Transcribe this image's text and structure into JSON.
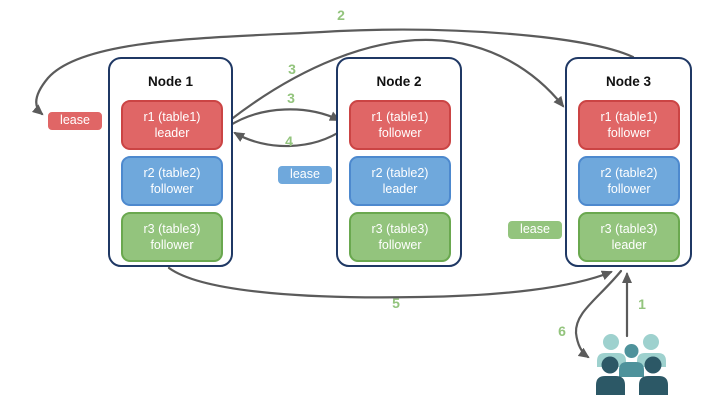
{
  "nodes": [
    {
      "title": "Node 1",
      "replicas": [
        {
          "name": "r1 (table1)",
          "role": "leader",
          "color": "red"
        },
        {
          "name": "r2 (table2)",
          "role": "follower",
          "color": "blue"
        },
        {
          "name": "r3 (table3)",
          "role": "follower",
          "color": "green"
        }
      ]
    },
    {
      "title": "Node 2",
      "replicas": [
        {
          "name": "r1 (table1)",
          "role": "follower",
          "color": "red"
        },
        {
          "name": "r2 (table2)",
          "role": "leader",
          "color": "blue"
        },
        {
          "name": "r3 (table3)",
          "role": "follower",
          "color": "green"
        }
      ]
    },
    {
      "title": "Node 3",
      "replicas": [
        {
          "name": "r1 (table1)",
          "role": "follower",
          "color": "red"
        },
        {
          "name": "r2 (table2)",
          "role": "follower",
          "color": "blue"
        },
        {
          "name": "r3 (table3)",
          "role": "leader",
          "color": "green"
        }
      ]
    }
  ],
  "leases": [
    {
      "label": "lease",
      "color": "red"
    },
    {
      "label": "lease",
      "color": "blue"
    },
    {
      "label": "lease",
      "color": "green"
    }
  ],
  "step_markers": [
    {
      "num": "2"
    },
    {
      "num": "3"
    },
    {
      "num": "3"
    },
    {
      "num": "4"
    },
    {
      "num": "5"
    },
    {
      "num": "6"
    },
    {
      "num": "1"
    }
  ],
  "icons": {
    "users": "users-group-icon"
  },
  "colors": {
    "red-fill": "#E06666",
    "red-border": "#CB4444",
    "blue-fill": "#6FA8DC",
    "blue-border": "#4D89CE",
    "green-fill": "#93C47D",
    "green-border": "#6AA84F",
    "node-border": "#1F3864",
    "arrow": "#5B5B5B",
    "step-green": "#93C47D",
    "users-light": "#9ED1CE",
    "users-mid": "#4E929B",
    "users-dark": "#2C5866"
  }
}
